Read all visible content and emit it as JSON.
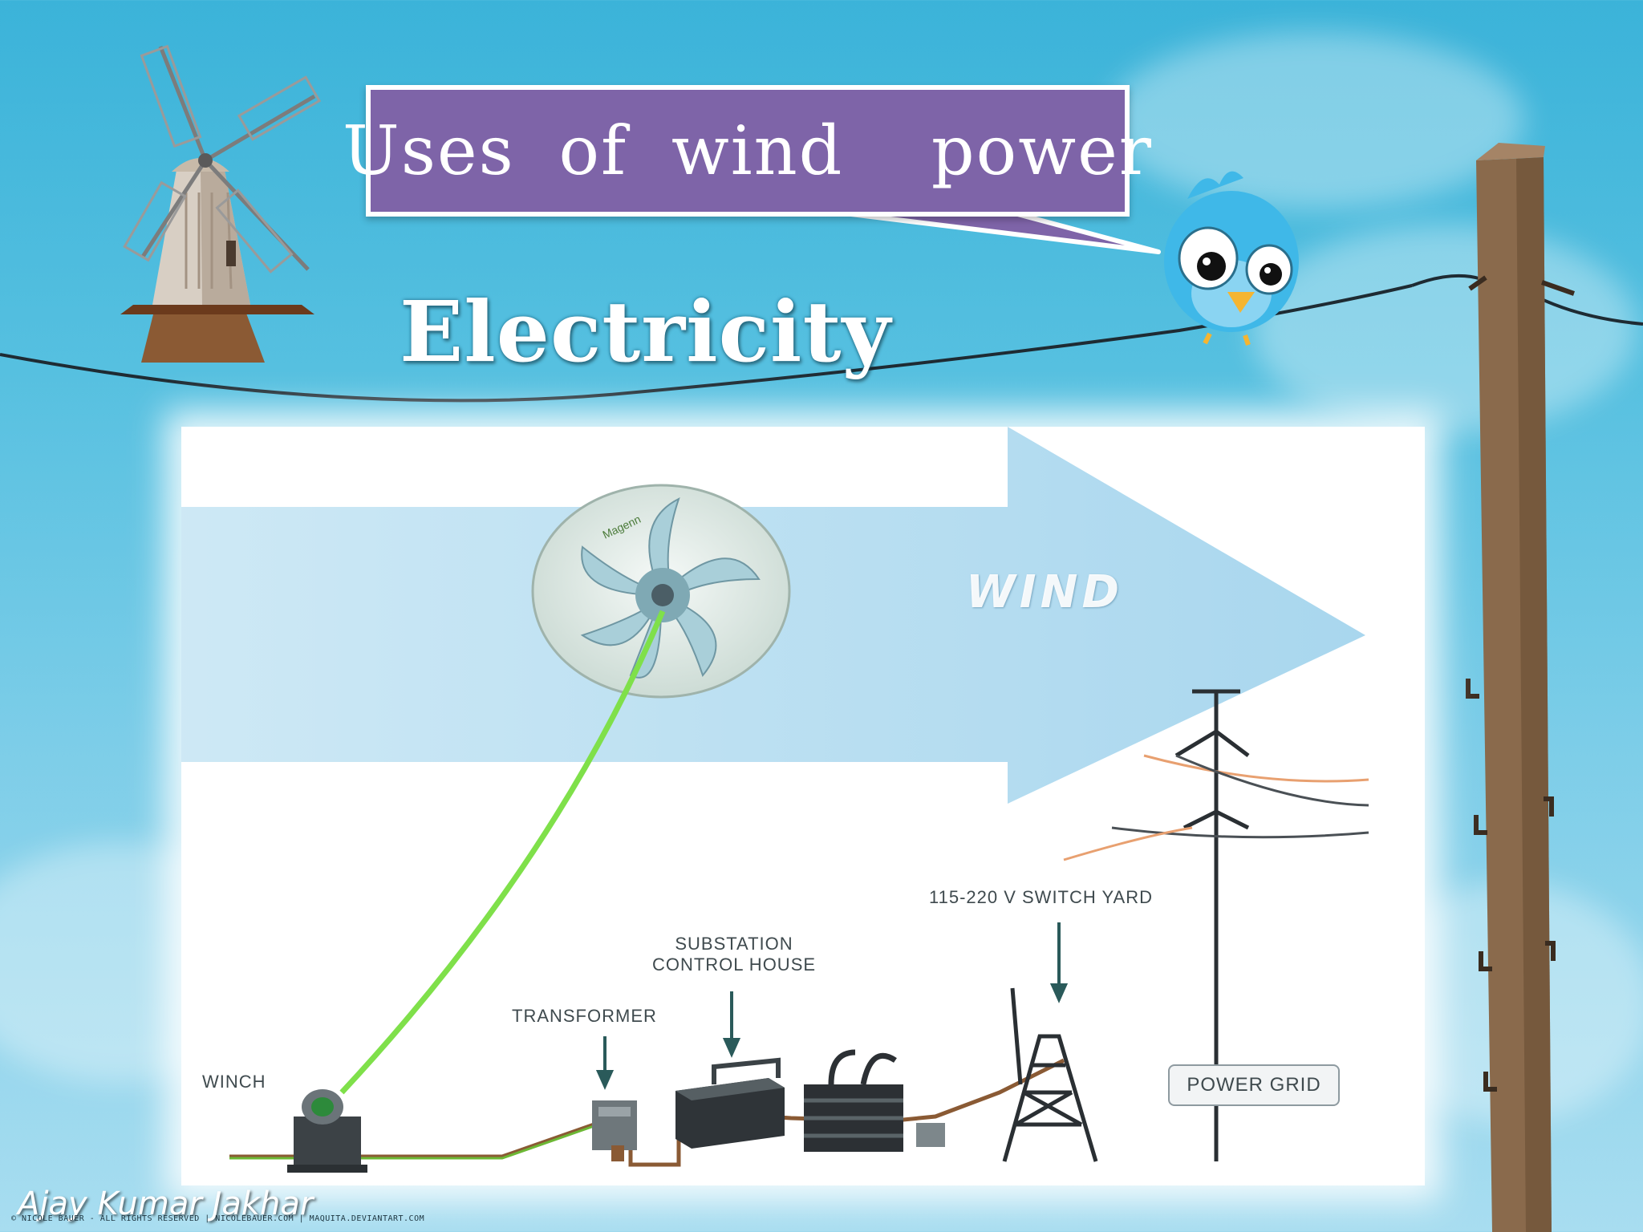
{
  "slide": {
    "title": "Uses of wind  power",
    "subtitle": "Electricity",
    "author": "Ajay Kumar Jakhar",
    "copyright": "© NICOLE BAUER - ALL RIGHTS RESERVED | NICOLEBAUER.COM | MAQUITA.DEVIANTART.COM"
  },
  "diagram": {
    "wind_label": "WIND",
    "winch_label": "WINCH",
    "transformer_label": "TRANSFORMER",
    "substation_label_line1": "SUBSTATION",
    "substation_label_line2": "CONTROL HOUSE",
    "switchyard_label": "115-220 V  SWITCH  YARD",
    "power_grid_label": "POWER GRID",
    "turbine_brand": "Magenn"
  },
  "icons": [
    "windmill-icon",
    "bird-icon",
    "utility-pole-icon",
    "airborne-turbine-icon",
    "winch-icon",
    "transformer-icon",
    "substation-icon",
    "transmission-tower-icon"
  ],
  "colors": {
    "title_box": "#7e64a8",
    "sky": "#3bb3d9",
    "tether": "#7fe04a",
    "pole": "#8a6a4c",
    "bird": "#3fb8e8"
  }
}
